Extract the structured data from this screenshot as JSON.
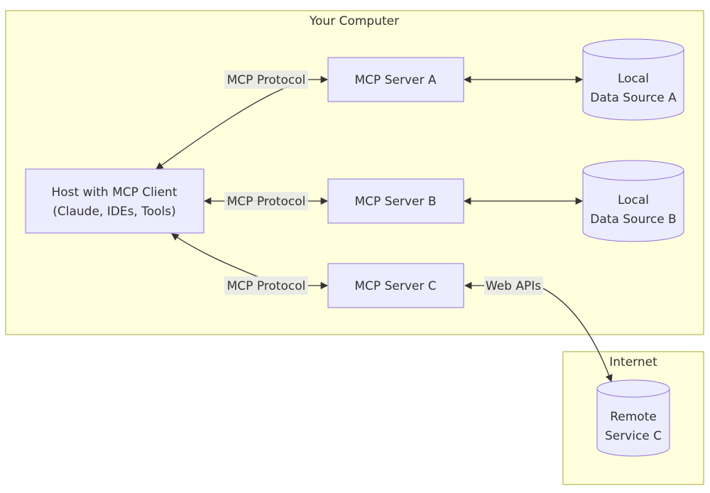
{
  "clusters": {
    "your_computer": {
      "label": "Your Computer"
    },
    "internet": {
      "label": "Internet"
    }
  },
  "nodes": {
    "host": {
      "line1": "Host with MCP Client",
      "line2": "(Claude, IDEs, Tools)",
      "shape": "rectangle"
    },
    "server_a": {
      "label": "MCP Server A",
      "shape": "rectangle"
    },
    "server_b": {
      "label": "MCP Server B",
      "shape": "rectangle"
    },
    "server_c": {
      "label": "MCP Server C",
      "shape": "rectangle"
    },
    "data_a": {
      "line1": "Local",
      "line2": "Data Source A",
      "shape": "cylinder"
    },
    "data_b": {
      "line1": "Local",
      "line2": "Data Source B",
      "shape": "cylinder"
    },
    "remote_c": {
      "line1": "Remote",
      "line2": "Service C",
      "shape": "cylinder"
    }
  },
  "edges": {
    "host_server_a": {
      "label": "MCP Protocol",
      "direction": "both"
    },
    "host_server_b": {
      "label": "MCP Protocol",
      "direction": "both"
    },
    "host_server_c": {
      "label": "MCP Protocol",
      "direction": "both"
    },
    "server_a_data_a": {
      "label": "",
      "direction": "both"
    },
    "server_b_data_b": {
      "label": "",
      "direction": "both"
    },
    "server_c_remote_c": {
      "label": "Web APIs",
      "direction": "both"
    }
  },
  "colors": {
    "cluster_fill": "#ffffde",
    "cluster_stroke": "#aaaa33",
    "node_fill": "#ececff",
    "node_stroke": "#9370db",
    "edge_stroke": "#333333",
    "edge_label_bg": "#e8e8e8",
    "text": "#333333"
  }
}
